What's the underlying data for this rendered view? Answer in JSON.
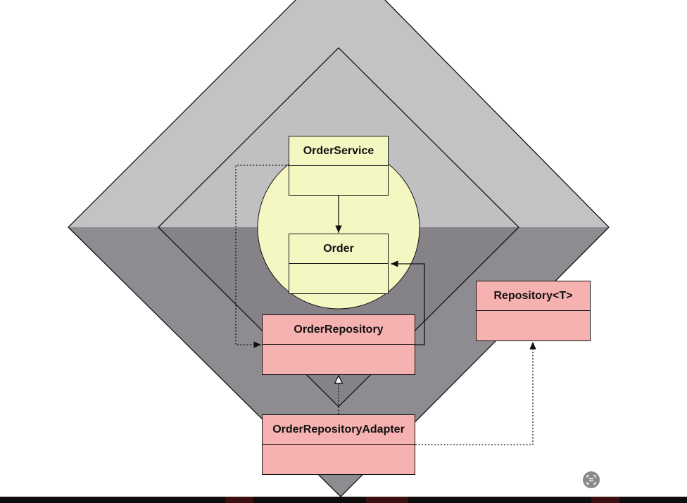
{
  "diagram": {
    "classes": {
      "order_service": {
        "name": "OrderService"
      },
      "order": {
        "name": "Order"
      },
      "order_repository": {
        "name": "OrderRepository"
      },
      "repository_t": {
        "name": "Repository<T>"
      },
      "order_repository_adapter": {
        "name": "OrderRepositoryAdapter"
      }
    },
    "relationships": [
      {
        "from": "OrderService",
        "to": "Order",
        "kind": "association"
      },
      {
        "from": "OrderService",
        "to": "OrderRepository",
        "kind": "dependency"
      },
      {
        "from": "OrderRepository",
        "to": "Order",
        "kind": "association"
      },
      {
        "from": "OrderRepositoryAdapter",
        "to": "OrderRepository",
        "kind": "realization"
      },
      {
        "from": "OrderRepositoryAdapter",
        "to": "Repository<T>",
        "kind": "dependency"
      }
    ],
    "colors": {
      "outer_light": "#c3c3c5",
      "outer_dark": "#8e8c90",
      "inner_light": "#c0c0c2",
      "inner_dark": "#858387",
      "core_circle": "#f4f7c2",
      "domain_box": "#f4f7c2",
      "adapter_box": "#f6b2b0",
      "line": "#111111"
    }
  },
  "overlay": {
    "lens_icon": "image-search-icon"
  }
}
